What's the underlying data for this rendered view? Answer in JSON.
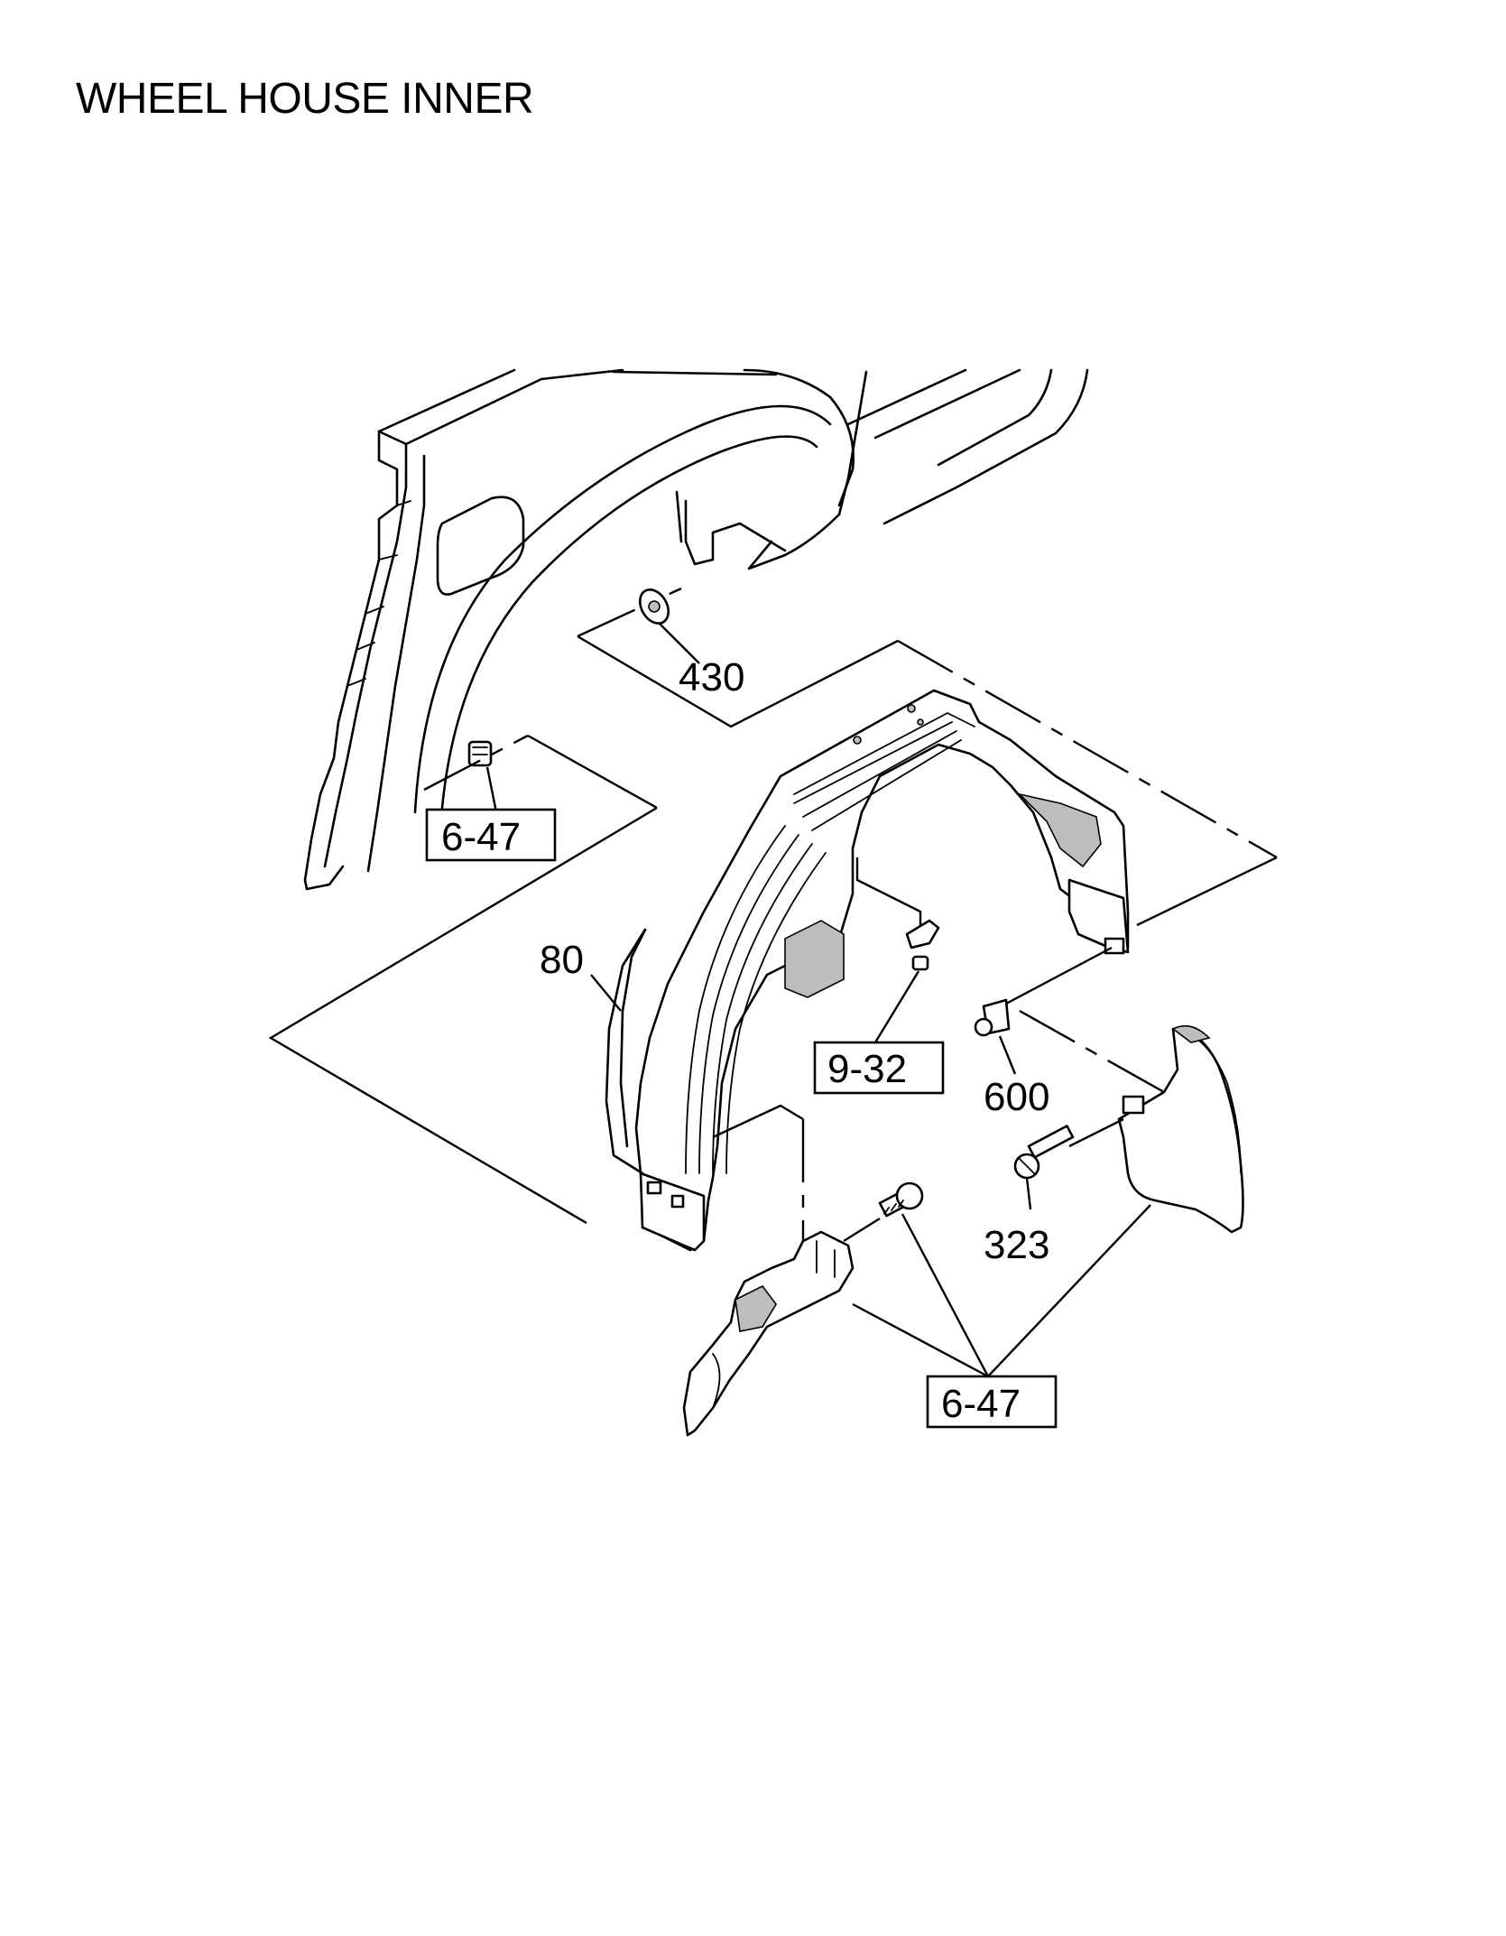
{
  "title": "WHEEL HOUSE INNER",
  "callouts": {
    "p430": "430",
    "p80": "80",
    "p600": "600",
    "p323": "323",
    "ref_6_47_upper": "6-47",
    "ref_9_32": "9-32",
    "ref_6_47_lower": "6-47"
  },
  "icons": [
    "body-panel-drawing",
    "clip-fastener-icon",
    "wheel-house-liner-drawing",
    "bolt-icon",
    "mud-flap-drawing",
    "splash-guard-drawing"
  ]
}
